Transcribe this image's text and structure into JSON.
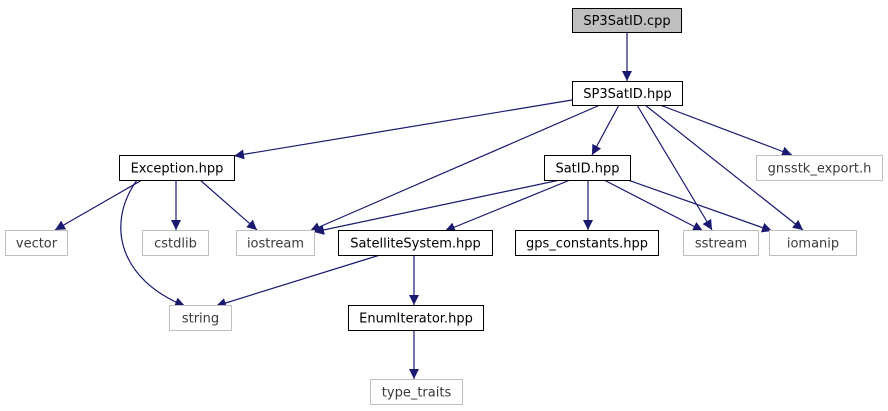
{
  "colors": {
    "edge": "#191970",
    "node_border_header": "#000000",
    "node_border_system": "#bfbfbf",
    "node_fill_focus": "#bfbfbf",
    "node_fill_default": "#ffffff"
  },
  "nodes": [
    {
      "id": "sp3satid_cpp",
      "label": "SP3SatID.cpp",
      "kind": "focus"
    },
    {
      "id": "sp3satid_hpp",
      "label": "SP3SatID.hpp",
      "kind": "header"
    },
    {
      "id": "exception_hpp",
      "label": "Exception.hpp",
      "kind": "header"
    },
    {
      "id": "satid_hpp",
      "label": "SatID.hpp",
      "kind": "header"
    },
    {
      "id": "gnsstk_export_h",
      "label": "gnsstk_export.h",
      "kind": "system"
    },
    {
      "id": "vector",
      "label": "vector",
      "kind": "system"
    },
    {
      "id": "cstdlib",
      "label": "cstdlib",
      "kind": "system"
    },
    {
      "id": "iostream",
      "label": "iostream",
      "kind": "system"
    },
    {
      "id": "satellitesystem_hpp",
      "label": "SatelliteSystem.hpp",
      "kind": "header"
    },
    {
      "id": "gps_constants_hpp",
      "label": "gps_constants.hpp",
      "kind": "header"
    },
    {
      "id": "sstream",
      "label": "sstream",
      "kind": "system"
    },
    {
      "id": "iomanip",
      "label": "iomanip",
      "kind": "system"
    },
    {
      "id": "string",
      "label": "string",
      "kind": "system"
    },
    {
      "id": "enumiterator_hpp",
      "label": "EnumIterator.hpp",
      "kind": "header"
    },
    {
      "id": "type_traits",
      "label": "type_traits",
      "kind": "system"
    }
  ],
  "edges": [
    {
      "from": "sp3satid_cpp",
      "to": "sp3satid_hpp"
    },
    {
      "from": "sp3satid_hpp",
      "to": "exception_hpp"
    },
    {
      "from": "sp3satid_hpp",
      "to": "iostream"
    },
    {
      "from": "sp3satid_hpp",
      "to": "satid_hpp"
    },
    {
      "from": "sp3satid_hpp",
      "to": "sstream"
    },
    {
      "from": "sp3satid_hpp",
      "to": "iomanip"
    },
    {
      "from": "sp3satid_hpp",
      "to": "gnsstk_export_h"
    },
    {
      "from": "exception_hpp",
      "to": "vector"
    },
    {
      "from": "exception_hpp",
      "to": "cstdlib"
    },
    {
      "from": "exception_hpp",
      "to": "iostream"
    },
    {
      "from": "exception_hpp",
      "to": "string"
    },
    {
      "from": "satid_hpp",
      "to": "iostream"
    },
    {
      "from": "satid_hpp",
      "to": "satellitesystem_hpp"
    },
    {
      "from": "satid_hpp",
      "to": "gps_constants_hpp"
    },
    {
      "from": "satid_hpp",
      "to": "sstream"
    },
    {
      "from": "satid_hpp",
      "to": "iomanip"
    },
    {
      "from": "satellitesystem_hpp",
      "to": "string"
    },
    {
      "from": "satellitesystem_hpp",
      "to": "enumiterator_hpp"
    },
    {
      "from": "enumiterator_hpp",
      "to": "type_traits"
    }
  ]
}
